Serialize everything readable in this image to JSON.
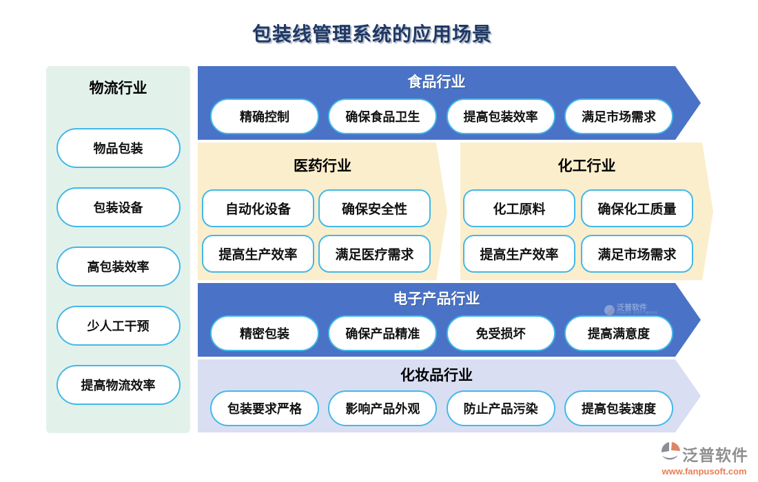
{
  "title": "包装线管理系统的应用场景",
  "sidebar": {
    "title": "物流行业",
    "items": [
      "物品包装",
      "包装设备",
      "高包装效率",
      "少人工干预",
      "提高物流效率"
    ]
  },
  "sections": {
    "food": {
      "title": "食品行业",
      "items": [
        "精确控制",
        "确保食品卫生",
        "提高包装效率",
        "满足市场需求"
      ]
    },
    "pharma": {
      "title": "医药行业",
      "items": [
        "自动化设备",
        "确保安全性",
        "提高生产效率",
        "满足医疗需求"
      ]
    },
    "chemical": {
      "title": "化工行业",
      "items": [
        "化工原料",
        "确保化工质量",
        "提高生产效率",
        "满足市场需求"
      ]
    },
    "electronics": {
      "title": "电子产品行业",
      "items": [
        "精密包装",
        "确保产品精准",
        "免受损坏",
        "提高满意度"
      ]
    },
    "cosmetics": {
      "title": "化妆品行业",
      "items": [
        "包装要求严格",
        "影响产品外观",
        "防止产品污染",
        "提高包装速度"
      ]
    }
  },
  "watermark": {
    "brand": "泛普软件",
    "subtitle": "FANPU SOFTWARE"
  },
  "footer": {
    "brand": "泛普软件",
    "url": "www.fanpusoft.com"
  },
  "colors": {
    "title_navy": "#1F3864",
    "banner_blue": "#4A73C7",
    "section_cream": "#FBEECC",
    "banner_lavender": "#D9DEF2",
    "sidebar_mint": "#E3F1EB",
    "pill_border": "#41B8E9",
    "logo_gray": "#8F8F8F",
    "logo_orange": "#E97E55"
  }
}
